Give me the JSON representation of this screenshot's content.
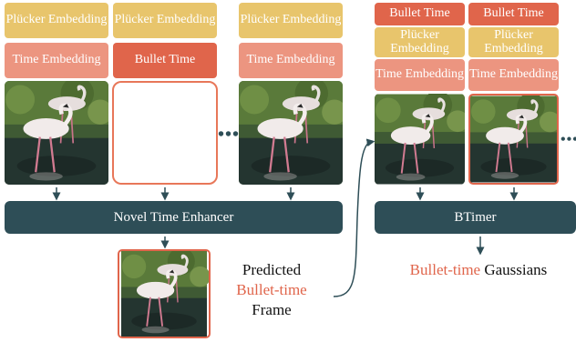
{
  "labels": {
    "plucker": "Plücker Embedding",
    "time": "Time Embedding",
    "bullet": "Bullet Time"
  },
  "left": {
    "enhancer": "Novel Time Enhancer",
    "dots": "•••",
    "predicted_line1": "Predicted",
    "predicted_line2": "Bullet-time",
    "predicted_line3": "Frame"
  },
  "right": {
    "model": "BTimer",
    "dots": "•••",
    "output_accent": "Bullet-time",
    "output_rest": " Gaussians"
  },
  "colors": {
    "plucker": "#e8c56c",
    "time": "#ec9580",
    "bullet": "#e0654b",
    "bar": "#2e4e57",
    "accent": "#e0654b"
  }
}
